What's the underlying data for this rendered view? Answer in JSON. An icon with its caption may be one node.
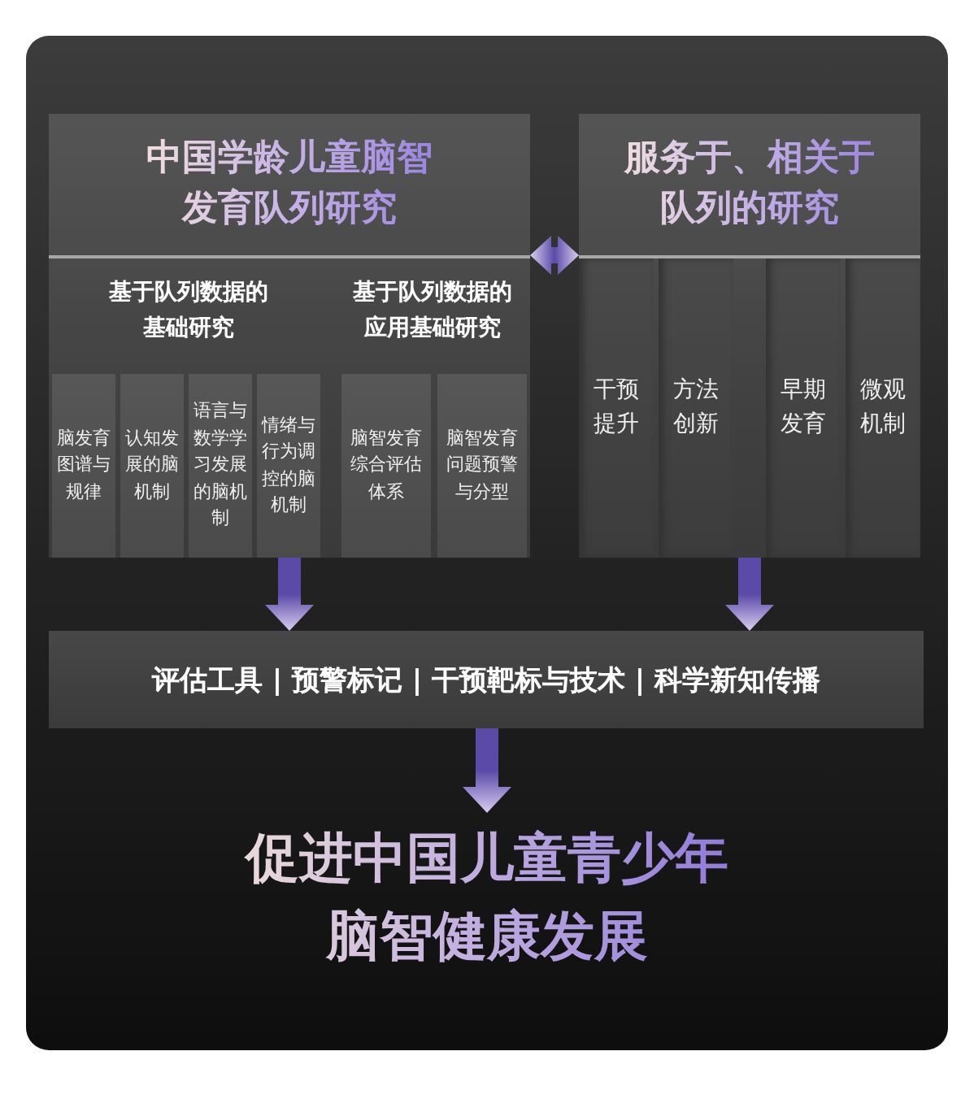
{
  "diagram": {
    "nodes": [
      {
        "text": [
          "中国学龄儿童脑智发育队列研究"
        ]
      },
      {
        "text": [
          "脑发育图谱与规律"
        ],
        "in": 0
      },
      {
        "text": [
          "认知发展的脑机制"
        ],
        "in": 0
      },
      {
        "text": [
          "语言与数学学习发展的脑机制"
        ],
        "in": 0
      },
      {
        "text": [
          "情绪与行为调控的脑机制"
        ],
        "in": 0
      },
      {
        "text": [
          "脑智发育综合评估体系"
        ],
        "in": 0
      },
      {
        "text": [
          "脑智发育问题预警与分型"
        ],
        "in": 0
      },
      {
        "text": [
          "服务于、相关于队列的研究"
        ]
      },
      {
        "text": [
          "干预提升"
        ],
        "in": 7
      },
      {
        "text": [
          "方法创新"
        ],
        "in": 7
      },
      {
        "text": [
          "早期发育"
        ],
        "in": 7
      },
      {
        "text": [
          "微观机制"
        ],
        "in": 7
      },
      {
        "text": [
          "评估工具 | 预警标记 | 干预靶标与技术 | 科学新知传播"
        ]
      },
      {
        "text": [
          "促进中国儿童青少年脑智健康发展"
        ]
      }
    ],
    "edges": [
      {
        "from": 0,
        "to": 7,
        "arrow": "both"
      },
      {
        "from": 0,
        "to": 12,
        "arrow": "to"
      },
      {
        "from": 7,
        "to": 12,
        "arrow": "to"
      },
      {
        "from": 12,
        "to": 13,
        "arrow": "to"
      }
    ],
    "labels": [
      "基于队列数据的基础研究",
      "基于队列数据的应用基础研究"
    ]
  }
}
